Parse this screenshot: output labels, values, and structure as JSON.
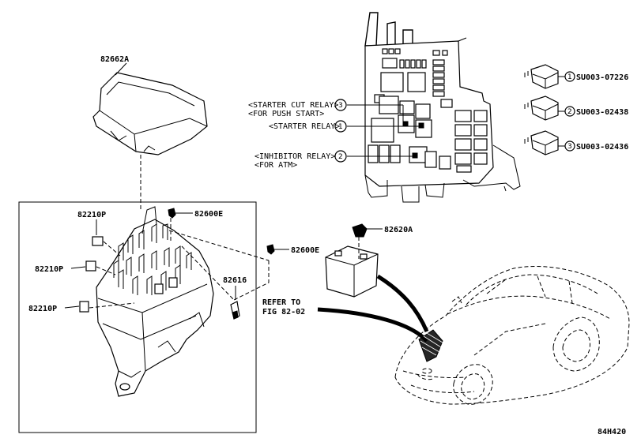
{
  "labels": {
    "cover": "82662A",
    "block_small_top": "82210P",
    "block_small_mid": "82210P",
    "block_small_bot": "82210P",
    "clip_top": "82600E",
    "clip_mid": "82600E",
    "connector": "82616",
    "battery_clip": "82620A",
    "refer_line1": "REFER TO",
    "refer_line2": "FIG 82-02",
    "starter_cut_line1": "<STARTER CUT RELAY>",
    "starter_cut_line2": "<FOR PUSH START>",
    "starter_relay": "<STARTER RELAY>",
    "inhibitor_line1": "<INHIBITOR RELAY>",
    "inhibitor_line2": "<FOR ATM>",
    "relay1_part": "SU003-07226",
    "relay2_part": "SU003-02438",
    "relay3_part": "SU003-02436",
    "callout_1": "1",
    "callout_2": "2",
    "callout_3": "3",
    "figure_code": "84H420"
  }
}
